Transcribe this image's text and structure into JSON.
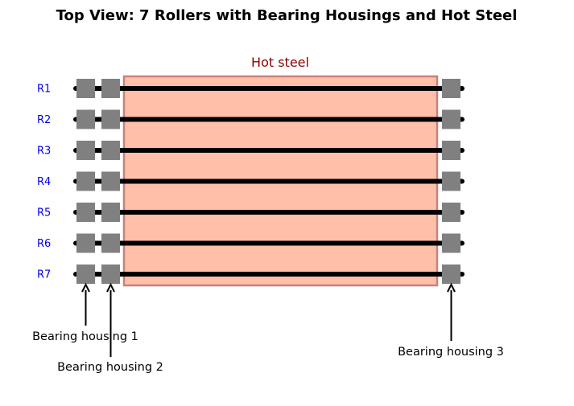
{
  "title": "Top View: 7 Rollers with Bearing Housings and Hot Steel",
  "steel": {
    "label": "Hot steel",
    "label_color": "#8b0000",
    "fill": "#ffbfa8",
    "edge": "#c8827a"
  },
  "rollers": [
    {
      "label": "R1"
    },
    {
      "label": "R2"
    },
    {
      "label": "R3"
    },
    {
      "label": "R4"
    },
    {
      "label": "R5"
    },
    {
      "label": "R6"
    },
    {
      "label": "R7"
    }
  ],
  "roller_label_color": "#0000ee",
  "roller_color": "#000000",
  "housing_color": "#808080",
  "callouts": [
    {
      "label": "Bearing housing 1",
      "housing": 1
    },
    {
      "label": "Bearing housing 2",
      "housing": 2
    },
    {
      "label": "Bearing housing 3",
      "housing": 3
    }
  ]
}
